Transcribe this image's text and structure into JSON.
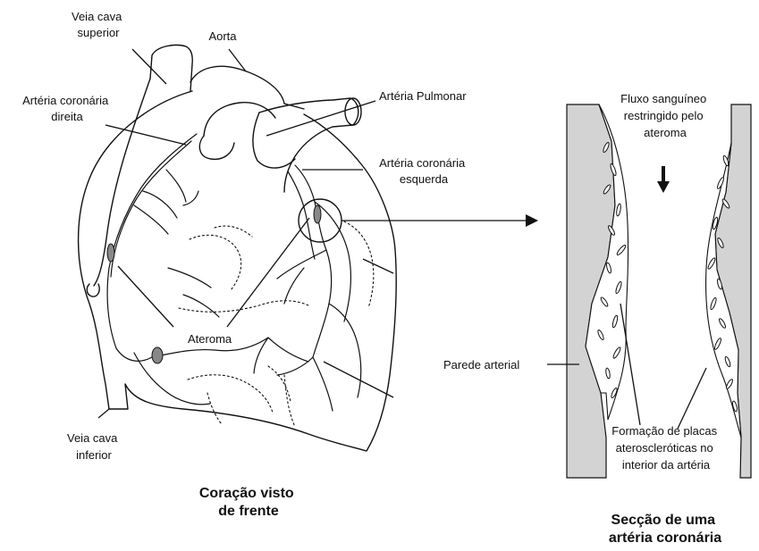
{
  "heart_labels": {
    "veia_cava_superior": [
      "Veia cava",
      "superior"
    ],
    "aorta": "Aorta",
    "arteria_coronaria_direita": [
      "Artéria coronária",
      "direita"
    ],
    "arteria_pulmonar": "Artéria Pulmonar",
    "arteria_coronaria_esquerda": [
      "Artéria coronária",
      "esquerda"
    ],
    "ateroma": "Ateroma",
    "veia_cava_inferior": [
      "Veia cava",
      "inferior"
    ]
  },
  "heart_caption": [
    "Coração visto",
    "de frente"
  ],
  "artery_labels": {
    "fluxo": [
      "Fluxo sanguíneo",
      "restringido pelo",
      "ateroma"
    ],
    "parede_arterial": "Parede arterial",
    "formacao": [
      "Formação de placas",
      "ateroscleróticas no",
      "interior da artéria"
    ]
  },
  "artery_caption": [
    "Secção de uma",
    "artéria coronária"
  ]
}
